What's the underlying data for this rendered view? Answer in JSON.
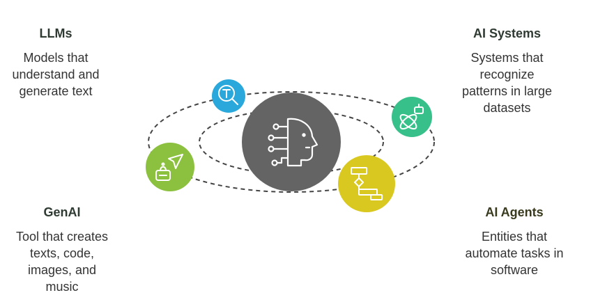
{
  "llms": {
    "title": "LLMs",
    "desc": [
      "Models that",
      "understand and",
      "generate text"
    ]
  },
  "ai_systems": {
    "title": "AI Systems",
    "desc": [
      "Systems that",
      "recognize",
      "patterns in large",
      "datasets"
    ]
  },
  "genai": {
    "title": "GenAI",
    "desc": [
      "Tool that creates",
      "texts, code,",
      "images, and",
      "music"
    ]
  },
  "ai_agents": {
    "title": "AI Agents",
    "desc": [
      "Entities that",
      "automate tasks in",
      "software"
    ]
  },
  "colors": {
    "center": "#646464",
    "llms": "#2ba8db",
    "ai_systems": "#37c08a",
    "genai": "#8cc03f",
    "ai_agents": "#d9c81f",
    "orbit": "#444444"
  },
  "icons": {
    "center": "ai-head-icon",
    "llms": "magnifier-text-icon",
    "ai_systems": "robot-atom-icon",
    "genai": "robot-pointer-icon",
    "ai_agents": "workflow-icon"
  }
}
